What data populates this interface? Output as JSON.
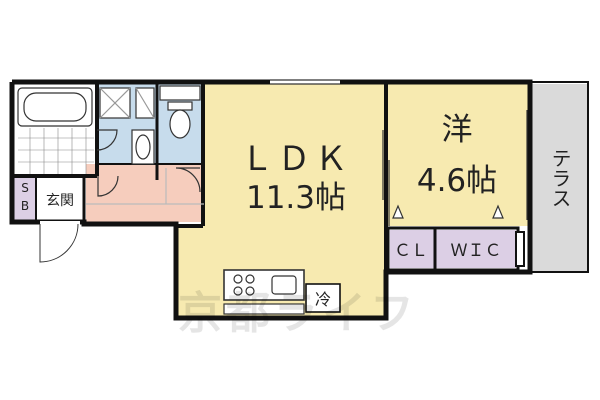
{
  "rooms": {
    "ldk": {
      "name": "ＬＤＫ",
      "size": "11.3帖"
    },
    "western": {
      "name": "洋",
      "size": "4.6帖"
    },
    "terrace": {
      "name": "テラス"
    },
    "entrance": {
      "name": "玄関"
    },
    "shoe_box": {
      "line1": "S",
      "line2": "B"
    },
    "closet": {
      "name": "ＣＬ"
    },
    "walk_in_closet": {
      "name": "ＷＩＣ"
    },
    "fridge": {
      "name": "冷"
    }
  },
  "watermark": {
    "text": "京都ライフ"
  },
  "colors": {
    "ldk": "#f7eab0",
    "western": "#f7eab0",
    "entrance_hall": "#f6cdbd",
    "wet_area": "#c7dcec",
    "storage": "#dccfe5",
    "terrace": "#dadada",
    "wall": "#111111"
  }
}
